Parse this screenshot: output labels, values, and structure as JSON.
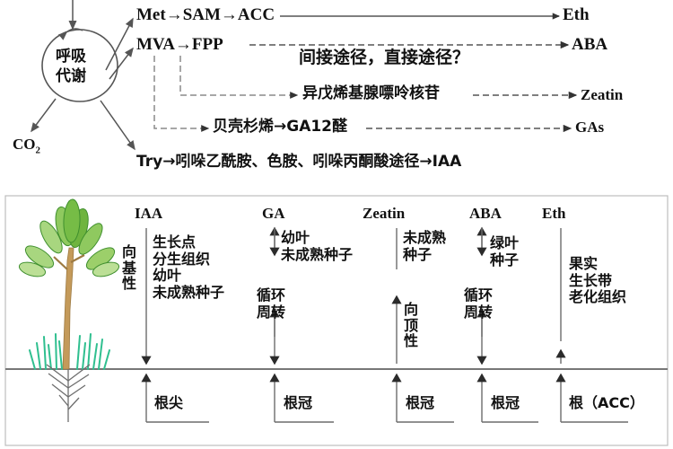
{
  "top_diagram": {
    "center_node": {
      "line1": "呼吸",
      "line2": "代谢"
    },
    "co2": {
      "text": "CO",
      "sub": "2"
    },
    "rows": [
      {
        "id": "eth",
        "chain": "Met→SAM→ACC",
        "product": "Eth",
        "link": "solid"
      },
      {
        "id": "aba",
        "chain": "MVA→FPP",
        "product": "ABA",
        "link": "dashed"
      },
      {
        "id": "zeatin",
        "chain": "异戊烯基腺嘌呤核苷",
        "product": "Zeatin",
        "link": "dashed"
      },
      {
        "id": "gas",
        "chain": "贝壳杉烯→GA12醛",
        "product": "GAs",
        "link": "dashed"
      },
      {
        "id": "iaa",
        "chain": "Try→吲哚乙酰胺、色胺、吲哚丙酮酸途径→IAA",
        "product": "",
        "link": "none"
      }
    ],
    "question_note": "间接途径，直接途径？"
  },
  "bottom_panel": {
    "columns": [
      {
        "header": "IAA",
        "polarity": "向基性",
        "sources": [
          "生长点",
          "分生组织",
          "幼叶",
          "未成熟种子"
        ],
        "cycle": "",
        "root_label": "根尖"
      },
      {
        "header": "GA",
        "polarity": "",
        "sources": [
          "幼叶",
          "未成熟种子"
        ],
        "cycle": "循环周转",
        "root_label": "根冠"
      },
      {
        "header": "Zeatin",
        "polarity": "向顶性",
        "sources": [
          "未成熟",
          "种子"
        ],
        "cycle": "",
        "root_label": "根冠"
      },
      {
        "header": "ABA",
        "polarity": "",
        "sources": [
          "绿叶",
          "种子"
        ],
        "cycle": "循环周转",
        "root_label": "根冠"
      },
      {
        "header": "Eth",
        "polarity": "",
        "sources": [
          "果实",
          "生长带",
          "老化组织"
        ],
        "cycle": "",
        "root_label": "根（ACC）"
      }
    ]
  },
  "colors": {
    "line": "#6d6d6d",
    "text": "#111111",
    "leaf_light": "#9ccf6a",
    "leaf_mid": "#6fb43f",
    "leaf_dark": "#3f8f2e",
    "stem": "#c49a5a",
    "grass": "#2fbf8f",
    "root": "#6d6d6d"
  }
}
